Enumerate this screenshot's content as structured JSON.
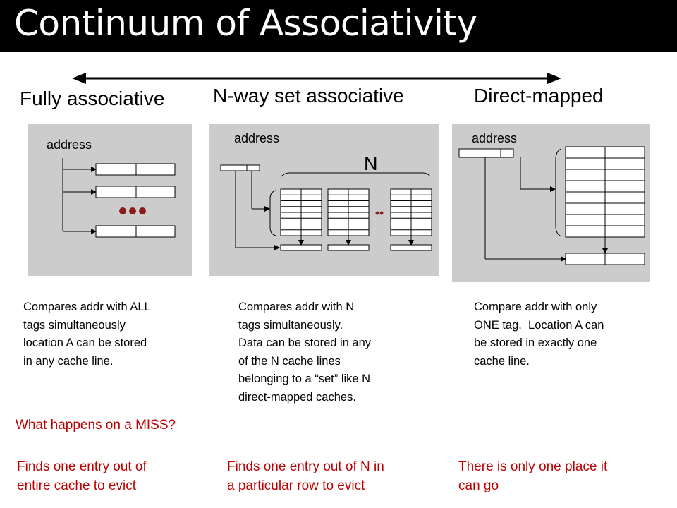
{
  "slide": {
    "title": "Continuum of Associativity"
  },
  "headings": {
    "fully": "Fully associative",
    "nway": "N-way set associative",
    "direct": "Direct-mapped"
  },
  "panels": {
    "fully": {
      "address_label": "address"
    },
    "nway": {
      "address_label": "address",
      "n_label": "N"
    },
    "direct": {
      "address_label": "address"
    }
  },
  "descriptions": {
    "fully": "Compares addr with ALL\ntags simultaneously\nlocation A can be stored\nin any cache line.",
    "nway": "Compares addr with N\ntags simultaneously.\nData can be stored in any\nof the N cache lines\nbelonging to a “set” like N\ndirect-mapped caches.",
    "direct": "Compare addr with only\nONE tag.  Location A can\nbe stored in exactly one\ncache line."
  },
  "miss": {
    "question": "What happens on a MISS?",
    "fully": "Finds one entry out of\nentire cache to evict",
    "nway": "Finds one entry out of N in\na particular row to evict",
    "direct": "There is only one place it\ncan go"
  },
  "colors": {
    "accent_red": "#c00000",
    "dot_red": "#8b1a1a",
    "panel_gray": "#cccccc",
    "title_bar": "#000000"
  }
}
